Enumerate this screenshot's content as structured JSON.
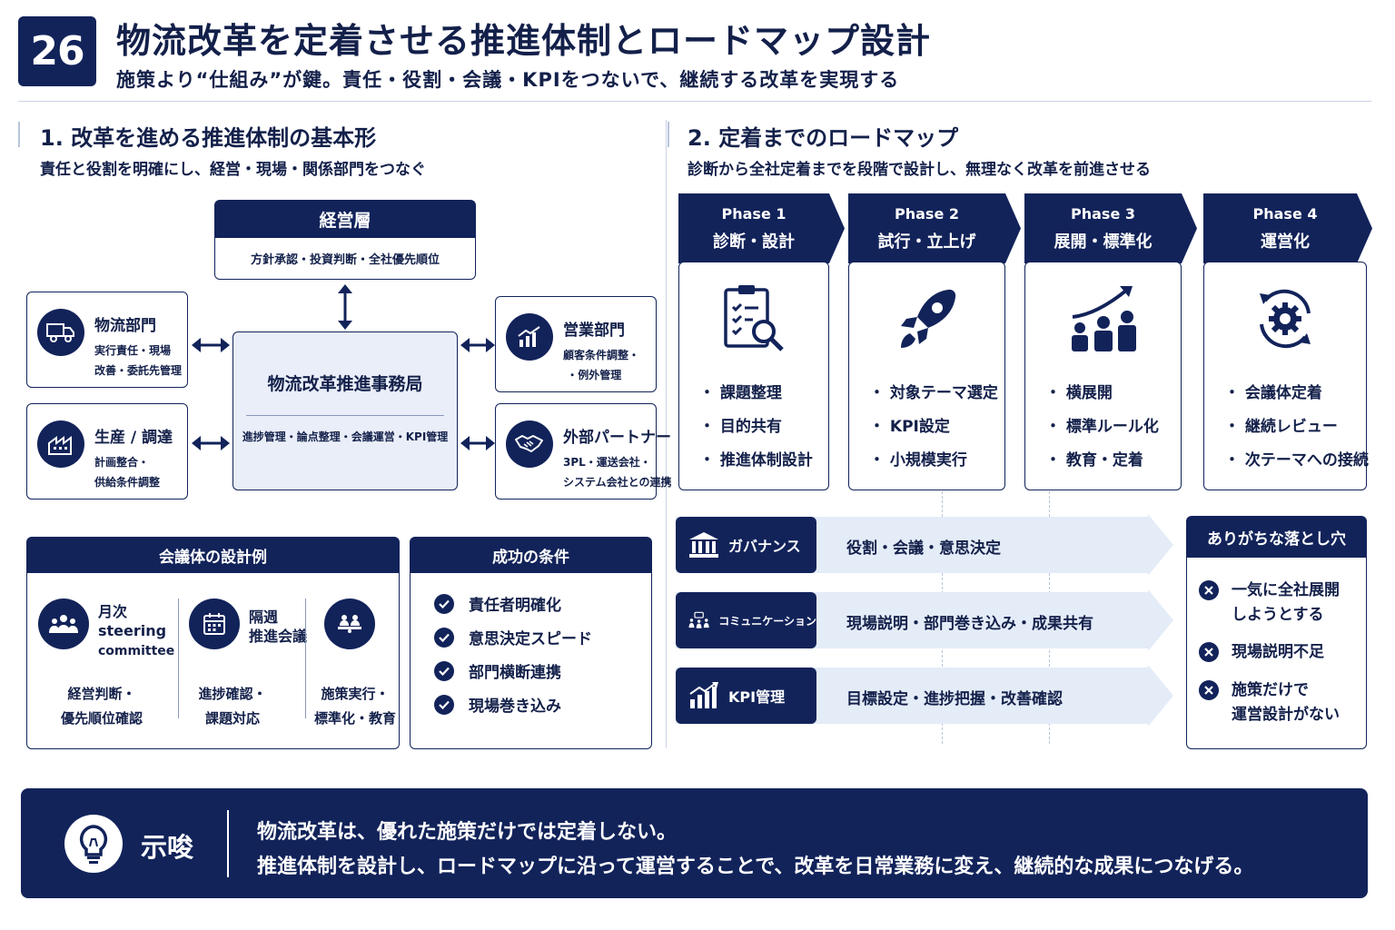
{
  "header": {
    "number": "26",
    "title": "物流改革を定着させる推進体制とロードマップ設計",
    "subtitle": "施策より“仕組み”が鍵。責任・役割・会議・KPIをつないで、継続する改革を実現する"
  },
  "section1": {
    "title": "1. 改革を進める推進体制の基本形",
    "subtitle": "責任と役割を明確にし、経営・現場・関係部門をつなぐ",
    "management": {
      "name": "経営層",
      "desc": "方針承認・投資判断・全社優先順位"
    },
    "office": {
      "name": "物流改革推進事務局",
      "desc": "進捗管理・論点整理・会議運営・KPI管理"
    },
    "departments": [
      {
        "icon": "truck-icon",
        "name": "物流部門",
        "desc1": "実行責任・現場",
        "desc2": "改善・委託先管理"
      },
      {
        "icon": "factory-icon",
        "name": "生産 / 調達",
        "desc1": "計画整合・",
        "desc2": "供給条件調整"
      },
      {
        "icon": "chart-icon",
        "name": "営業部門",
        "desc1": "顧客条件調整・",
        "desc2": "例外管理"
      },
      {
        "icon": "handshake-icon",
        "name": "外部パートナー",
        "desc1": "3PL・運送会社・",
        "desc2": "システム会社との連携"
      }
    ]
  },
  "meetings": {
    "title": "会議体の設計例",
    "items": [
      {
        "icon": "team-icon",
        "name1": "月次",
        "name2": "steering",
        "name3": "committee",
        "desc1": "経営判断・",
        "desc2": "優先順位確認"
      },
      {
        "icon": "calendar-icon",
        "name1": "隔週",
        "name2": "推進会議",
        "name3": "",
        "desc1": "進捗確認・",
        "desc2": "課題対応"
      },
      {
        "icon": "meeting-icon",
        "name1": "",
        "name2": "",
        "name3": "",
        "desc1": "施策実行・",
        "desc2": "標準化・教育"
      }
    ]
  },
  "conditions": {
    "title": "成功の条件",
    "items": [
      "責任者明確化",
      "意思決定スピード",
      "部門横断連携",
      "現場巻き込み"
    ]
  },
  "section2": {
    "title": "2. 定着までのロードマップ",
    "subtitle": "診断から全社定着までを段階で設計し、無理なく改革を前進させる",
    "phases": [
      {
        "label": "Phase 1",
        "name": "診断・設計",
        "icon": "clipboard-search-icon",
        "items": [
          "課題整理",
          "目的共有",
          "推進体制設計"
        ]
      },
      {
        "label": "Phase 2",
        "name": "試行・立上げ",
        "icon": "rocket-icon",
        "items": [
          "対象テーマ選定",
          "KPI設定",
          "小規模実行"
        ]
      },
      {
        "label": "Phase 3",
        "name": "展開・標準化",
        "icon": "growth-team-icon",
        "items": [
          "横展開",
          "標準ルール化",
          "教育・定着"
        ]
      },
      {
        "label": "Phase 4",
        "name": "運営化",
        "icon": "cycle-gear-icon",
        "items": [
          "会議体定着",
          "継続レビュー",
          "次テーマへの接続"
        ]
      }
    ],
    "bands": [
      {
        "icon": "bank-icon",
        "label": "ガバナンス",
        "text": "役割・会議・意思決定"
      },
      {
        "icon": "communication-icon",
        "label": "コミュニケーション",
        "text": "現場説明・部門巻き込み・成果共有"
      },
      {
        "icon": "kpi-chart-icon",
        "label": "KPI管理",
        "text": "目標設定・進捗把握・改善確認"
      }
    ]
  },
  "pitfalls": {
    "title": "ありがちな落とし穴",
    "items": [
      {
        "line1": "一気に全社展開",
        "line2": "しようとする"
      },
      {
        "line1": "現場説明不足",
        "line2": ""
      },
      {
        "line1": "施策だけで",
        "line2": "運営設計がない"
      }
    ]
  },
  "footer": {
    "icon": "lightbulb-icon",
    "label": "示唆",
    "line1": "物流改革は、優れた施策だけでは定着しない。",
    "line2": "推進体制を設計し、ロードマップに沿って運営することで、改革を日常業務に変え、継続的な成果につなげる。"
  },
  "colors": {
    "navy": "#12235a",
    "light_blue": "#e9eef8",
    "band": "#e4ecf8",
    "rule": "#c9d3e6"
  }
}
